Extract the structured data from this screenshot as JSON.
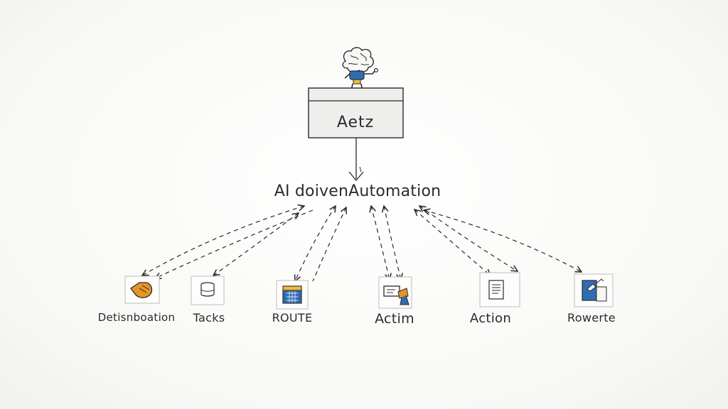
{
  "top_box": {
    "label": "Aetz"
  },
  "hub": {
    "label": "AI doivenAutomation"
  },
  "nodes": [
    {
      "label": "Detisnboation",
      "icon": "orange-pouch-icon"
    },
    {
      "label": "Tacks",
      "icon": "cylinder-icon"
    },
    {
      "label": "ROUTE",
      "icon": "blue-calendar-icon"
    },
    {
      "label": "Actim",
      "icon": "monitor-card-icon"
    },
    {
      "label": "Action",
      "icon": "document-icon"
    },
    {
      "label": "Rowerte",
      "icon": "blue-flag-icon"
    }
  ],
  "colors": {
    "ink": "#2a2a2a",
    "box_fill": "#eeeeec",
    "accent_blue": "#2f6db3",
    "accent_orange": "#e59526",
    "accent_yellow": "#f0b93a"
  }
}
